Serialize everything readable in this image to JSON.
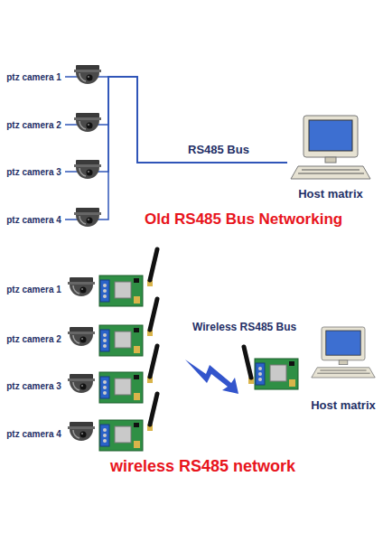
{
  "diagram": {
    "nodes": [
      {
        "text": [
          "ptz camera 1"
        ]
      },
      {
        "text": [
          "ptz camera 2"
        ]
      },
      {
        "text": [
          "ptz camera 3"
        ]
      },
      {
        "text": [
          "ptz camera 4"
        ]
      },
      {
        "text": [
          "Host matrix"
        ]
      },
      {
        "text": [
          "ptz camera 1"
        ]
      },
      {
        "text": [
          "ptz camera 2"
        ]
      },
      {
        "text": [
          "ptz camera 3"
        ]
      },
      {
        "text": [
          "ptz camera 4"
        ]
      },
      {
        "text": [
          "Host matrix"
        ]
      }
    ],
    "edges": [
      {
        "from": 0,
        "to": 4,
        "arrow": "none"
      },
      {
        "from": 1,
        "to": 4,
        "arrow": "none"
      },
      {
        "from": 2,
        "to": 4,
        "arrow": "none"
      },
      {
        "from": 3,
        "to": 4,
        "arrow": "none"
      }
    ],
    "labels": [
      "RS485 Bus",
      "Old RS485 Bus Networking",
      "Wireless RS485 Bus",
      "wireless RS485 network"
    ]
  }
}
